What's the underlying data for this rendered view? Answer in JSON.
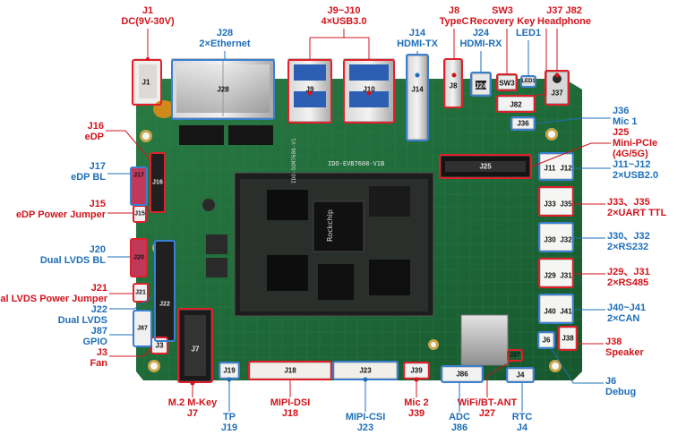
{
  "colors": {
    "red": "#d2141c",
    "blue": "#1e6fb8",
    "pcb": "#1e6b3a"
  },
  "board": {
    "silkscreen": "IDO-EVB7608-V1B",
    "som_silkscreen": "IDO-SOM7608-V1"
  },
  "labels": {
    "j1": [
      "J1",
      "DC(9V-30V)"
    ],
    "j28": [
      "J28",
      "2×Ethernet"
    ],
    "j9j10": [
      "J9~J10",
      "4×USB3.0"
    ],
    "j8": [
      "J8",
      "TypeC"
    ],
    "sw3": [
      "SW3",
      "Recovery Key"
    ],
    "j37j82": [
      "J37  J82",
      "Headphone"
    ],
    "j14": [
      "J14",
      "HDMI-TX"
    ],
    "j24": [
      "J24",
      "HDMI-RX"
    ],
    "led1": [
      "LED1"
    ],
    "j16": [
      "J16",
      "eDP"
    ],
    "j36": [
      "J36",
      "Mic 1"
    ],
    "j25": [
      "J25",
      "Mini-PCIe",
      "(4G/5G)"
    ],
    "j17": [
      "J17",
      "eDP BL"
    ],
    "j11j12": [
      "J11~J12",
      "2×USB2.0"
    ],
    "j15": [
      "J15",
      "eDP Power Jumper"
    ],
    "j33j35": [
      "J33、J35",
      "2×UART TTL"
    ],
    "j30j32": [
      "J30、J32",
      "2×RS232"
    ],
    "j20": [
      "J20",
      "Dual LVDS BL"
    ],
    "j29j31": [
      "J29、J31",
      "2×RS485"
    ],
    "j21": [
      "J21",
      "Dual LVDS Power Jumper"
    ],
    "j40j41": [
      "J40~J41",
      "2×CAN"
    ],
    "j22": [
      "J22",
      "Dual LVDS"
    ],
    "j87": [
      "J87",
      "GPIO"
    ],
    "j38": [
      "J38",
      "Speaker"
    ],
    "j3": [
      "J3",
      "Fan"
    ],
    "j6": [
      "J6",
      "Debug"
    ],
    "j7": [
      "M.2 M-Key",
      "J7"
    ],
    "j19": [
      "TP",
      "J19"
    ],
    "j18": [
      "MIPI-DSI",
      "J18"
    ],
    "j23": [
      "MIPI-CSI",
      "J23"
    ],
    "j39": [
      "Mic 2",
      "J39"
    ],
    "j86": [
      "ADC",
      "J86"
    ],
    "j27": [
      "WiFi/BT-ANT",
      "J27"
    ],
    "j4": [
      "RTC",
      "J4"
    ]
  },
  "board_tags": {
    "J1": "J1",
    "J28": "J28",
    "J9": "J9",
    "J10": "J10",
    "J14": "J14",
    "J8": "J8",
    "J24": "J24",
    "SW3": "SW3",
    "LED1": "LED1",
    "J37": "J37",
    "J82": "J82",
    "J36": "J36",
    "J25": "J25",
    "J11": "J11",
    "J12": "J12",
    "J33": "J33",
    "J35": "J35",
    "J30": "J30",
    "J32": "J32",
    "J29": "J29",
    "J31": "J31",
    "J40": "J40",
    "J41": "J41",
    "J6": "J6",
    "J38": "J38",
    "J27": "J27",
    "J4": "J4",
    "J86": "J86",
    "J39": "J39",
    "J23": "J23",
    "J18": "J18",
    "J19": "J19",
    "J7": "J7",
    "J3": "J3",
    "J87": "J87",
    "J22": "J22",
    "J21": "J21",
    "J20": "J20",
    "J15": "J15",
    "J17": "J17",
    "J16": "J16"
  }
}
